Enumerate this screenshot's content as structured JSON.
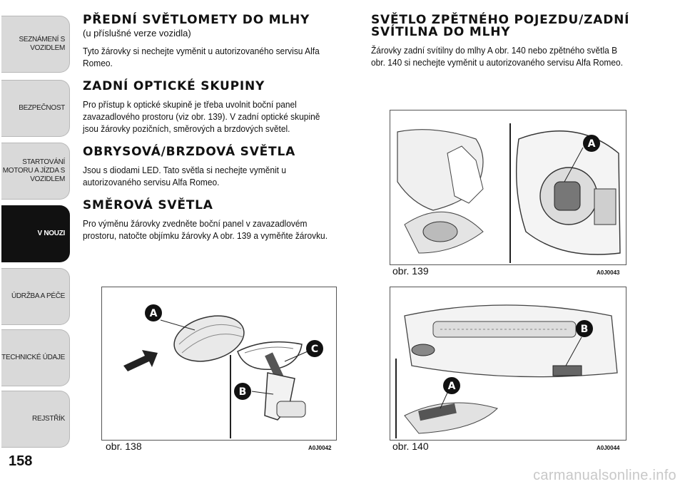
{
  "sidebar": {
    "tabs": [
      {
        "lines": [
          "SEZNÁMENÍ S",
          "VOZIDLEM"
        ],
        "active": false
      },
      {
        "lines": [
          "BEZPEČNOST"
        ],
        "active": false
      },
      {
        "lines": [
          "STARTOVÁNÍ",
          "MOTORU A JÍZDA S",
          "VOZIDLEM"
        ],
        "active": false
      },
      {
        "lines": [
          "V NOUZI"
        ],
        "active": true
      },
      {
        "lines": [
          "ÚDRŽBA A PÉČE"
        ],
        "active": false
      },
      {
        "lines": [
          "TECHNICKÉ ÚDAJE"
        ],
        "active": false
      },
      {
        "lines": [
          "REJSTŘÍK"
        ],
        "active": false
      }
    ]
  },
  "page_number": "158",
  "left": {
    "s1_title": "PŘEDNÍ SVĚTLOMETY DO MLHY",
    "s1_sub": "(u příslušné verze vozidla)",
    "s1_text": "Tyto žárovky si nechejte vyměnit u autorizovaného servisu Alfa Romeo.",
    "s2_title": "ZADNÍ OPTICKÉ SKUPINY",
    "s2_text": "Pro přístup k optické skupině je třeba uvolnit boční panel zavazadlového prostoru (viz obr. 139). V zadní optické skupině jsou žárovky pozičních, směrových a brzdových světel.",
    "s3_title": "OBRYSOVÁ/BRZDOVÁ SVĚTLA",
    "s3_text": "Jsou s diodami LED. Tato světla si nechejte vyměnit u autorizovaného servisu Alfa Romeo.",
    "s4_title": "SMĚROVÁ SVĚTLA",
    "s4_text": "Pro výměnu žárovky zvedněte boční panel v zavazadlovém prostoru, natočte objímku žárovky A obr. 139 a vyměňte žárovku."
  },
  "right": {
    "title_line1": "SVĚTLO ZPĚTNÉHO POJEZDU/ZADNÍ",
    "title_line2": "SVÍTILNA DO MLHY",
    "text": "Žárovky zadní svítilny do mlhy A obr. 140 nebo zpětného světla B obr. 140 si nechejte vyměnit u autorizovaného servisu Alfa Romeo."
  },
  "figures": {
    "f138": {
      "label": "obr. 138",
      "code": "A0J0042",
      "callouts": [
        "A",
        "B",
        "C"
      ]
    },
    "f139": {
      "label": "obr. 139",
      "code": "A0J0043",
      "callouts": [
        "A"
      ]
    },
    "f140": {
      "label": "obr. 140",
      "code": "A0J0044",
      "callouts": [
        "A",
        "B"
      ]
    }
  },
  "watermark": "carmanualsonline.info"
}
